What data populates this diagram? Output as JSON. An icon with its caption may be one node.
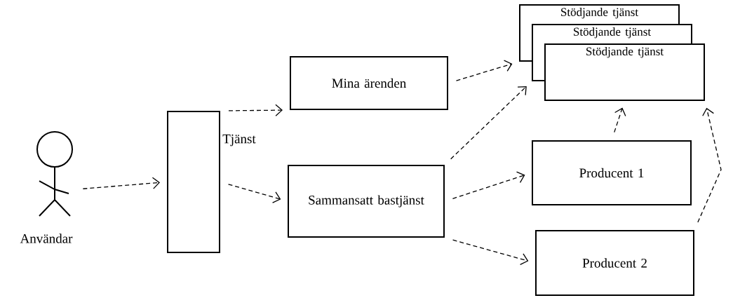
{
  "diagram": {
    "nodes": [
      {
        "text": [
          "Användar"
        ]
      },
      {
        "text": [],
        "shape": "box",
        "beside": [
          "Tjänst"
        ]
      },
      {
        "text": [
          "Mina ärenden"
        ]
      },
      {
        "text": [
          "Sammansatt bastjänst"
        ]
      },
      {
        "text": [
          "Stödjande tjänst"
        ]
      },
      {
        "text": [
          "Stödjande tjänst"
        ]
      },
      {
        "text": [
          "Stödjande tjänst"
        ]
      },
      {
        "text": [
          "Producent 1"
        ]
      },
      {
        "text": [
          "Producent 2"
        ]
      }
    ],
    "edges": [
      {
        "from": 0,
        "to": 1,
        "arrow": "to",
        "style": "dashed"
      },
      {
        "from": 1,
        "to": 2,
        "arrow": "to",
        "style": "dashed"
      },
      {
        "from": 1,
        "to": 3,
        "arrow": "to",
        "style": "dashed"
      },
      {
        "from": 2,
        "to": 4,
        "arrow": "to",
        "style": "dashed"
      },
      {
        "from": 3,
        "to": 5,
        "arrow": "to",
        "style": "dashed"
      },
      {
        "from": 3,
        "to": 7,
        "arrow": "to",
        "style": "dashed"
      },
      {
        "from": 3,
        "to": 8,
        "arrow": "to",
        "style": "dashed"
      },
      {
        "from": 7,
        "to": 6,
        "arrow": "to",
        "style": "dashed"
      },
      {
        "from": 8,
        "to": 6,
        "arrow": "to",
        "style": "dashed"
      }
    ]
  }
}
